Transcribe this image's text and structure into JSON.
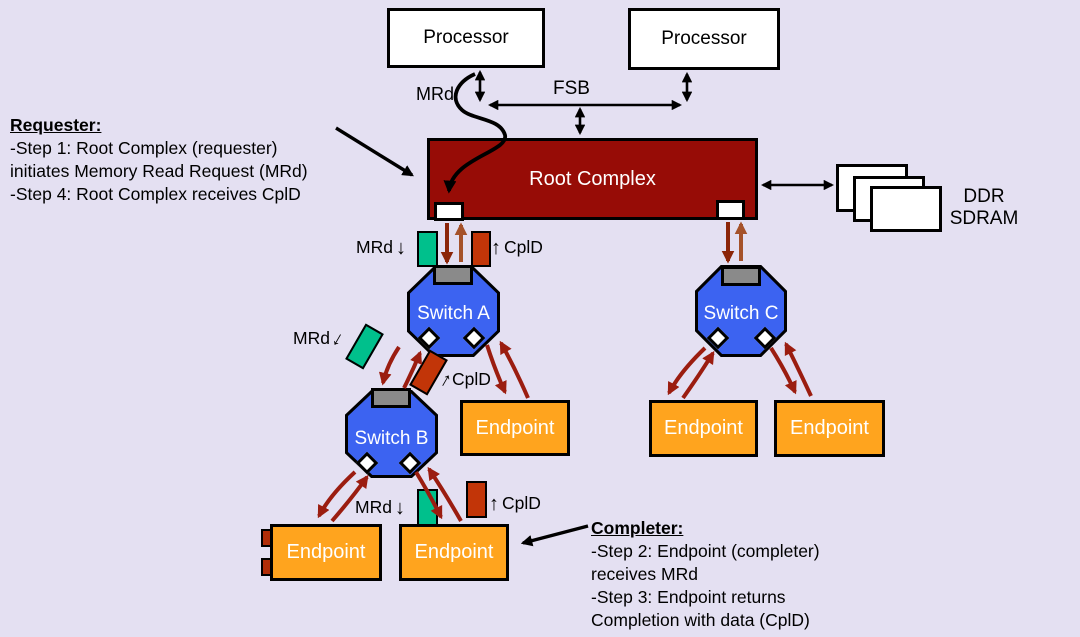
{
  "colors": {
    "bg": "#E4E0F2",
    "root_complex": "#970C06",
    "switch_blue": "#3C63F1",
    "endpoint_orange": "#FFA41E",
    "port_gray": "#8A8A8A",
    "token_mrd_teal": "#00C08C",
    "token_cpld_red": "#C23508",
    "arrow_down_dark": "#8B2408",
    "arrow_up_brown": "#A5522A",
    "arrow_link_red": "#9B1D10",
    "wire_black": "#000000"
  },
  "nodes": {
    "processor_left": {
      "label": "Processor"
    },
    "processor_right": {
      "label": "Processor"
    },
    "root_complex": {
      "label": "Root Complex"
    },
    "switch_a": {
      "label": "Switch A"
    },
    "switch_b": {
      "label": "Switch B"
    },
    "switch_c": {
      "label": "Switch C"
    },
    "memory": {
      "line1": "DDR",
      "line2": "SDRAM"
    }
  },
  "endpoints": {
    "labels": [
      "Endpoint",
      "Endpoint",
      "Endpoint",
      "Endpoint",
      "Endpoint"
    ]
  },
  "bus_labels": {
    "fsb": "FSB",
    "mrd_top": "MRd"
  },
  "flow_labels": {
    "rc_mrd": "MRd",
    "rc_cpld": "CplD",
    "ab_mrd": "MRd",
    "ab_cpld": "CplD",
    "b_mrd": "MRd",
    "b_cpld": "CplD"
  },
  "icons": {
    "down_arrow": "↓",
    "up_arrow": "↑"
  },
  "annotations": {
    "requester": {
      "title": "Requester:",
      "lines": [
        "-Step 1: Root Complex (requester)",
        "initiates Memory Read Request (MRd)",
        "-Step 4: Root Complex receives CplD"
      ]
    },
    "completer": {
      "title": "Completer:",
      "lines": [
        "-Step 2: Endpoint (completer)",
        "receives MRd",
        "-Step 3: Endpoint returns",
        "Completion with data (CplD)"
      ]
    }
  }
}
